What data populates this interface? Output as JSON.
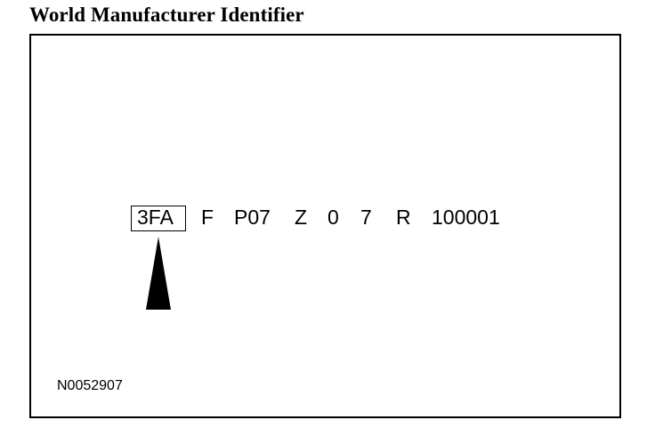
{
  "title": "World Manufacturer Identifier",
  "vin": {
    "segments": [
      "3FA",
      "F",
      "P07",
      "Z",
      "0",
      "7",
      "R",
      "100001"
    ],
    "highlighted_index": 0
  },
  "figure_code": "N0052907",
  "colors": {
    "ink": "#000000",
    "background": "#ffffff"
  },
  "icons": {
    "pointer": "up-arrow-icon"
  }
}
